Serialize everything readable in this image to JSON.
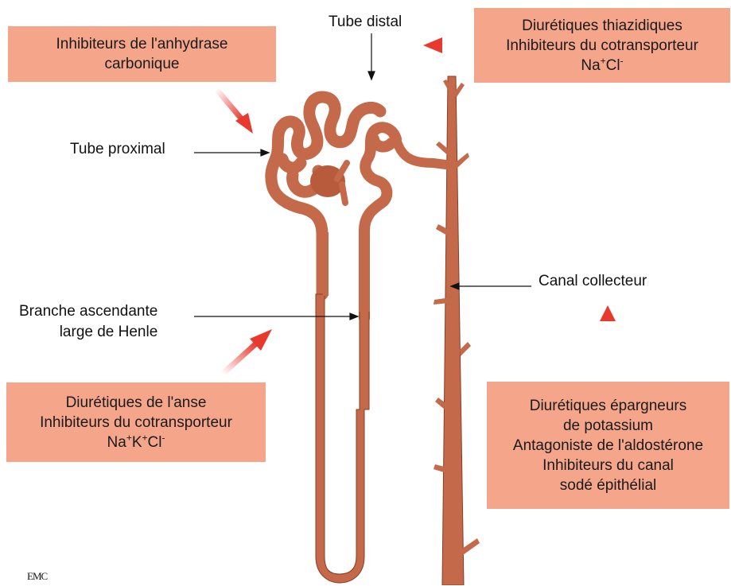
{
  "boxes": {
    "anhydrase": {
      "lines": [
        "Inhibiteurs de l'anhydrase",
        "carbonique"
      ]
    },
    "thiazide": {
      "line1": "Diurétiques thiazidiques",
      "line2": "Inhibiteurs du cotransporteur",
      "ion": {
        "na": "Na",
        "plus": "+",
        "cl": "Cl",
        "minus": "-"
      }
    },
    "loop": {
      "line1": "Diurétiques de l'anse",
      "line2": "Inhibiteurs du cotransporteur",
      "ion": {
        "na": "Na",
        "plus1": "+",
        "k": "K",
        "plus2": "+",
        "cl": "Cl",
        "minus": "-"
      }
    },
    "ksparing": {
      "lines": [
        "Diurétiques épargneurs",
        "de potassium",
        "Antagoniste de l'aldostérone",
        "Inhibiteurs du canal",
        "sodé épithélial"
      ]
    }
  },
  "labels": {
    "tube_distal": "Tube distal",
    "tube_proximal": "Tube proximal",
    "henle_line1": "Branche ascendante",
    "henle_line2": "large de Henle",
    "canal_collecteur": "Canal collecteur"
  },
  "logo": "EMC",
  "colors": {
    "nephron": "#c4694a",
    "nephron_stroke": "#8a3e24",
    "box_fill": "#f4a58a",
    "arrow_red": "#e8392f"
  }
}
